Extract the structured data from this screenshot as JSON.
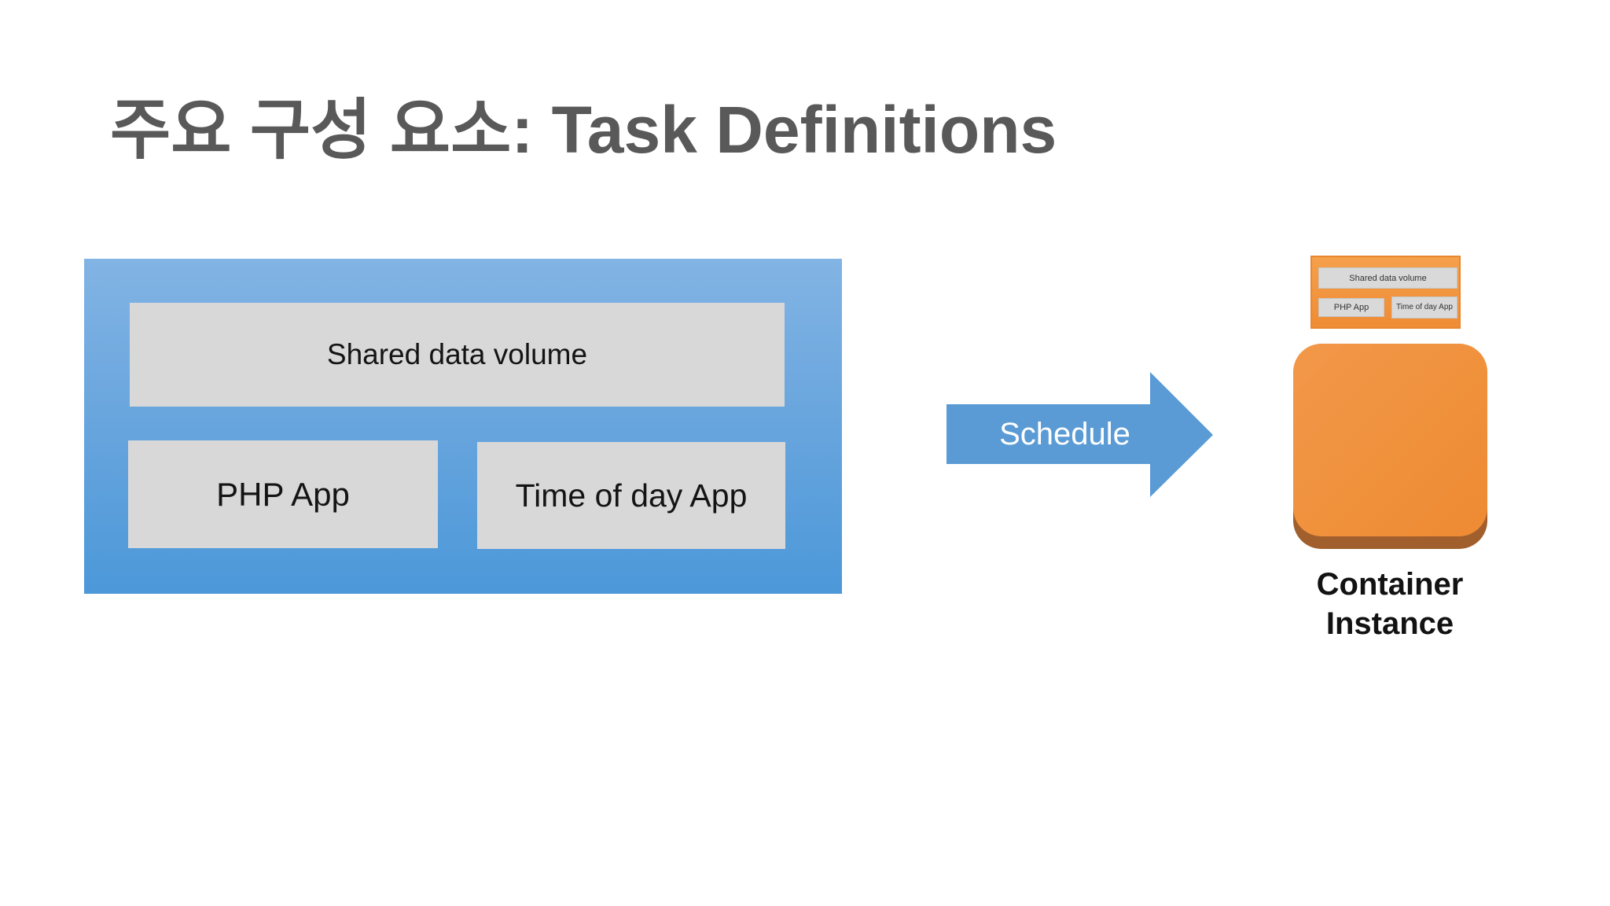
{
  "slide": {
    "title": "주요 구성 요소: Task Definitions"
  },
  "task_definition": {
    "shared_volume_label": "Shared data volume",
    "php_app_label": "PHP App",
    "time_app_label": "Time of day App"
  },
  "arrow": {
    "label": "Schedule"
  },
  "container_instance": {
    "label_line1": "Container",
    "label_line2": "Instance",
    "mini_shared_volume_label": "Shared data volume",
    "mini_php_app_label": "PHP App",
    "mini_time_app_label": "Time of day App"
  },
  "colors": {
    "title_gray": "#595959",
    "task_box_blue_top": "#82b4e4",
    "task_box_blue_bottom": "#4c98d9",
    "inner_box_gray": "#d8d8d8",
    "arrow_blue": "#5b9bd5",
    "arrow_text": "#ffffff",
    "container_orange": "#f0913c",
    "container_shadow_brown": "#a05f2c",
    "background": "#ffffff"
  }
}
